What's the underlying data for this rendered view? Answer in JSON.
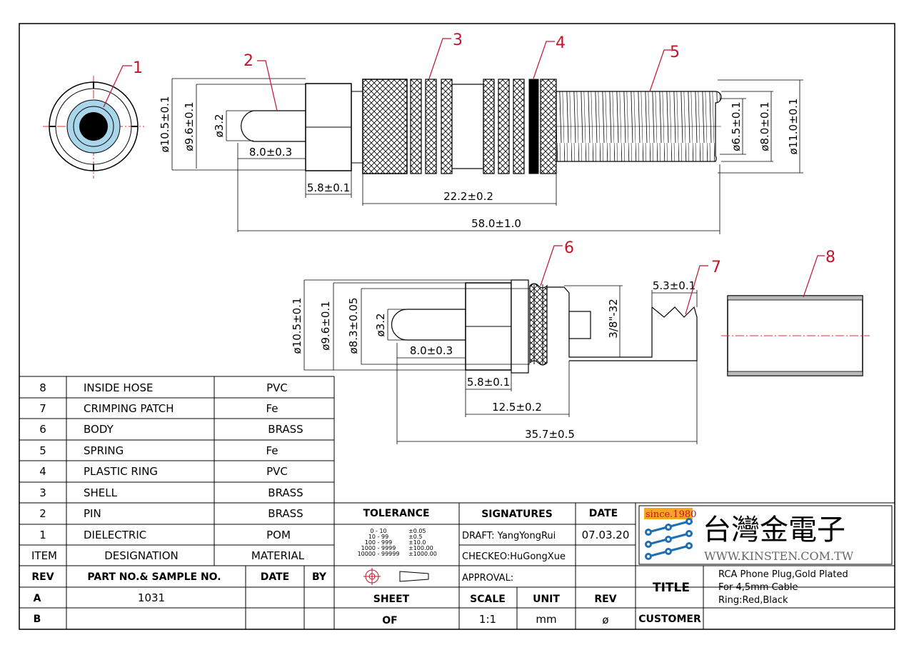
{
  "callouts": [
    "1",
    "2",
    "3",
    "4",
    "5",
    "6",
    "7",
    "8"
  ],
  "top_view": {
    "dims": {
      "d105": "ø10.5±0.1",
      "d96": "ø9.6±0.1",
      "d32": "ø3.2",
      "len8": "8.0±0.3",
      "len58": "5.8±0.1",
      "len222": "22.2±0.2",
      "len580": "58.0±1.0",
      "d65": "ø6.5±0.1",
      "d80": "ø8.0±0.1",
      "d110": "ø11.0±0.1"
    }
  },
  "bottom_view": {
    "dims": {
      "d105": "ø10.5±0.1",
      "d96": "ø9.6±0.1",
      "d83": "ø8.3±0.05",
      "d32": "ø3.2",
      "len8": "8.0±0.3",
      "len58": "5.8±0.1",
      "len125": "12.5±0.2",
      "len357": "35.7±0.5",
      "thread": "3/8\"-32",
      "crimp": "5.3±0.1"
    }
  },
  "bom": {
    "rows": [
      {
        "item": "8",
        "designation": "INSIDE HOSE",
        "material": "PVC"
      },
      {
        "item": "7",
        "designation": "CRIMPING PATCH",
        "material": "Fe"
      },
      {
        "item": "6",
        "designation": "BODY",
        "material": "BRASS"
      },
      {
        "item": "5",
        "designation": "SPRING",
        "material": "Fe"
      },
      {
        "item": "4",
        "designation": "PLASTIC RING",
        "material": "PVC"
      },
      {
        "item": "3",
        "designation": "SHELL",
        "material": "BRASS"
      },
      {
        "item": "2",
        "designation": "PIN",
        "material": "BRASS"
      },
      {
        "item": "1",
        "designation": "DIELECTRIC",
        "material": "POM"
      }
    ],
    "header": {
      "item": "ITEM",
      "designation": "DESIGNATION",
      "material": "MATERIAL"
    }
  },
  "rev_table": {
    "header": {
      "rev": "REV",
      "part": "PART NO.& SAMPLE NO.",
      "date": "DATE",
      "by": "BY"
    },
    "rows": [
      {
        "rev": "A",
        "part": "1031",
        "date": "",
        "by": ""
      },
      {
        "rev": "B",
        "part": "",
        "date": "",
        "by": ""
      }
    ]
  },
  "tolerance": {
    "title": "TOLERANCE",
    "ranges": [
      "0 - 10",
      "10 - 99",
      "100 - 999",
      "1000 - 9999",
      "10000 - 99999"
    ],
    "values": [
      "±0.05",
      "±0.5",
      "±10.0",
      "±100.00",
      "±1000.00"
    ]
  },
  "signatures": {
    "title": "SIGNATURES",
    "date_title": "DATE",
    "draft": "DRAFT: YangYongRui",
    "draft_date": "07.03.20",
    "checked": "CHECKEO:HuGongXue",
    "approval": "APPROVAL:"
  },
  "sheet": {
    "sheet": "SHEET",
    "of": "OF"
  },
  "scale": {
    "label": "SCALE",
    "value": "1:1"
  },
  "unit": {
    "label": "UNIT",
    "value": "mm"
  },
  "rev": {
    "label": "REV",
    "value": "ø"
  },
  "logo": {
    "since": "since.1980",
    "chinese": "台灣金電子",
    "website": "WWW.KINSTEN.COM.TW"
  },
  "title_block": {
    "title_label": "TITLE",
    "line1": "RCA  Phone  Plug,Gold  Plated",
    "line2": "For  4,5mm  Cable",
    "line3": "Ring:Red,Black",
    "customer_label": "CUSTOMER",
    "customer": ""
  },
  "colors": {
    "callout": "#c0142a",
    "centerline": "#e03030",
    "dielectric": "#a9d6ea",
    "logo_blue": "#1c6fb5",
    "logo_orange": "#f5a623"
  }
}
